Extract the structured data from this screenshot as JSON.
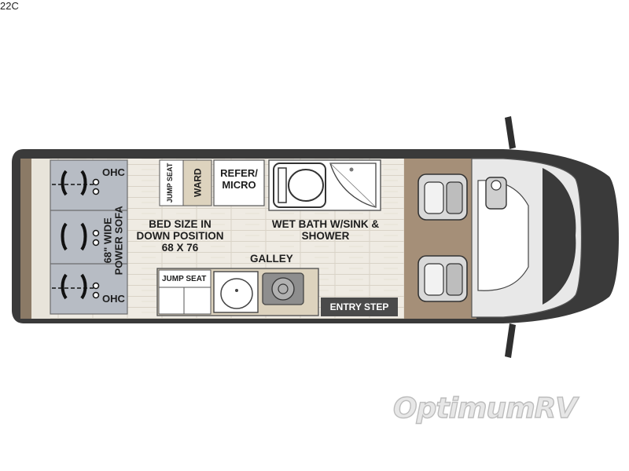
{
  "model": "22C",
  "labels": {
    "ohc_top": "OHC",
    "ohc_bottom": "OHC",
    "sofa": "68\" WIDE POWER SOFA",
    "jump_seat_top": "JUMP SEAT",
    "ward": "WARD",
    "refer": "REFER/ MICRO",
    "bed": "BED SIZE IN DOWN POSITION 68 X 76",
    "bath": "WET BATH W/SINK & SHOWER",
    "galley": "GALLEY",
    "jump_seat_bottom": "JUMP SEAT",
    "entry_step": "ENTRY STEP"
  },
  "watermark": "OptimumRV",
  "icons": [
    "toilet-icon",
    "shower-icon",
    "sink-icon",
    "stove-icon",
    "driver-seat-icon",
    "passenger-seat-icon",
    "steering-wheel-icon",
    "mirror-icon"
  ],
  "colors": {
    "wall": "#3a3a3a",
    "floor": "#ece8df",
    "sofa": "#b9bdc5",
    "cab_floor": "#a58f78",
    "cabinet": "#ddd3be",
    "entry_step": "#4a4a4a",
    "cab_body": "#2f2f2f"
  }
}
